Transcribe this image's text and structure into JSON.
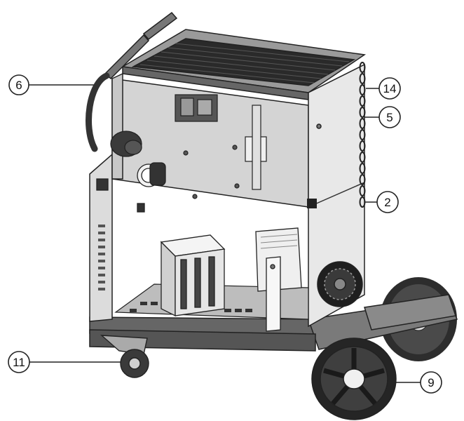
{
  "callouts": {
    "c6": {
      "label": "6"
    },
    "c14": {
      "label": "14"
    },
    "c5": {
      "label": "5"
    },
    "c2": {
      "label": "2"
    },
    "c11": {
      "label": "11"
    },
    "c9": {
      "label": "9"
    }
  }
}
